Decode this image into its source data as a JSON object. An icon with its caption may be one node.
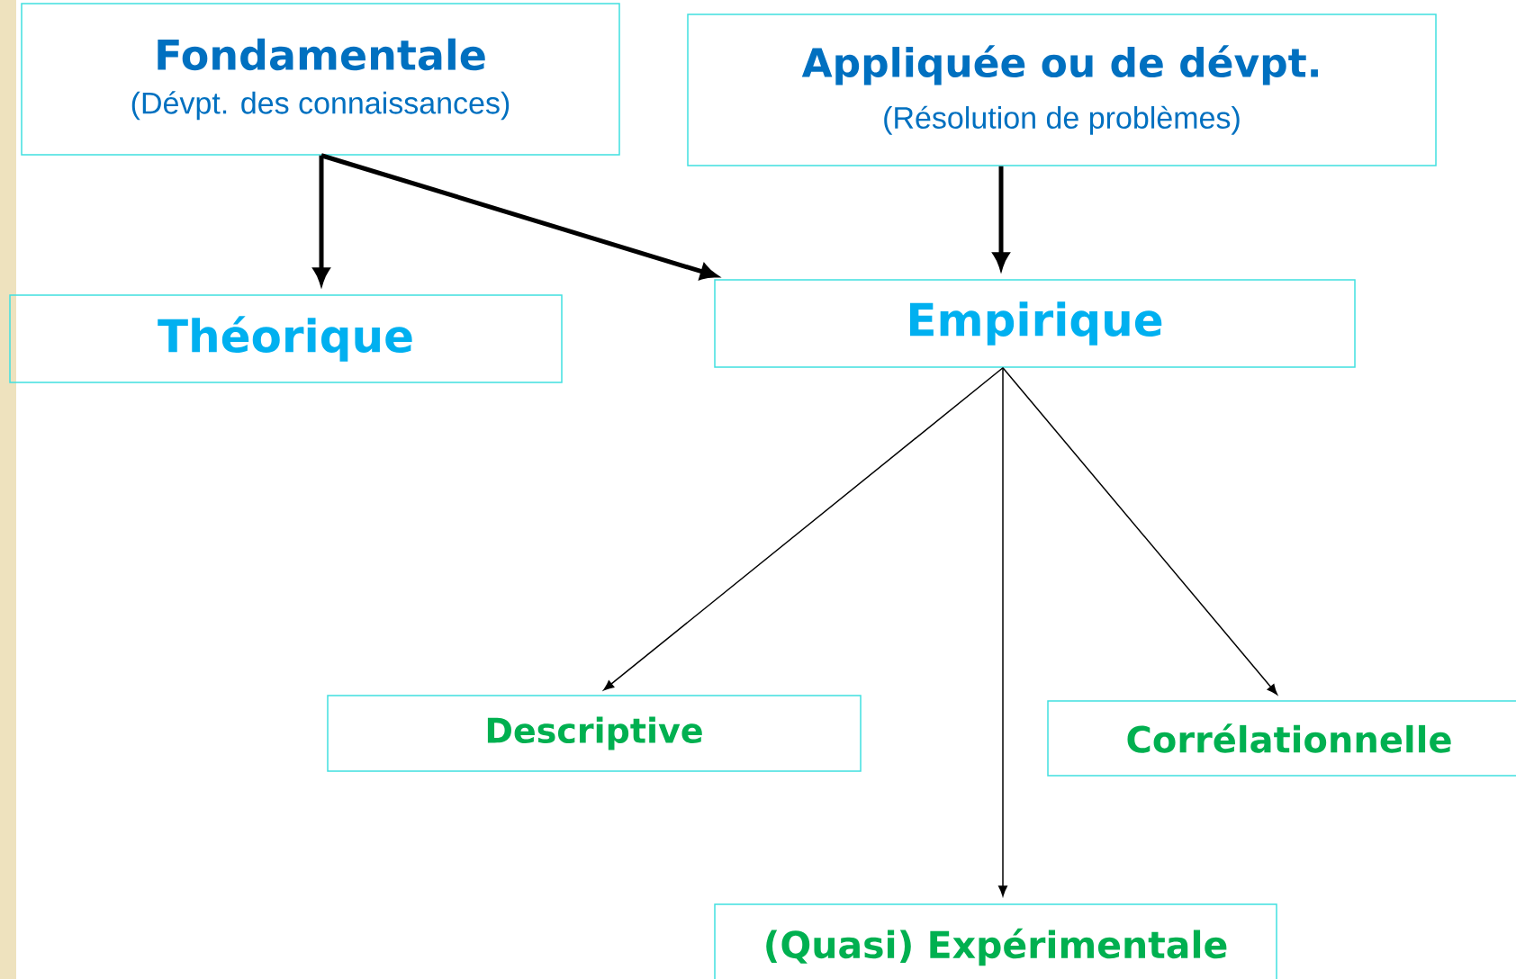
{
  "diagram": {
    "nodes": [
      {
        "text": [
          "Fondamentale",
          "(Dévpt. des connaissances)"
        ]
      },
      {
        "text": [
          "**Appliquée** ou **de dévpt.**",
          "(Résolution de problèmes)"
        ]
      },
      {
        "text": [
          "Théorique"
        ]
      },
      {
        "text": [
          "Empirique"
        ]
      },
      {
        "text": [
          "Descriptive"
        ]
      },
      {
        "text": [
          "Corrélationnelle"
        ]
      },
      {
        "text": [
          "(Quasi) Expérimentale"
        ]
      }
    ],
    "edges": [
      {
        "from": 0,
        "to": 2,
        "arrow": "to",
        "style": "thick"
      },
      {
        "from": 0,
        "to": 3,
        "arrow": "to",
        "style": "thick"
      },
      {
        "from": 1,
        "to": 3,
        "arrow": "to",
        "style": "thick"
      },
      {
        "from": 3,
        "to": 4,
        "arrow": "to"
      },
      {
        "from": 3,
        "to": 6,
        "arrow": "to"
      },
      {
        "from": 3,
        "to": 5,
        "arrow": "to"
      }
    ]
  }
}
